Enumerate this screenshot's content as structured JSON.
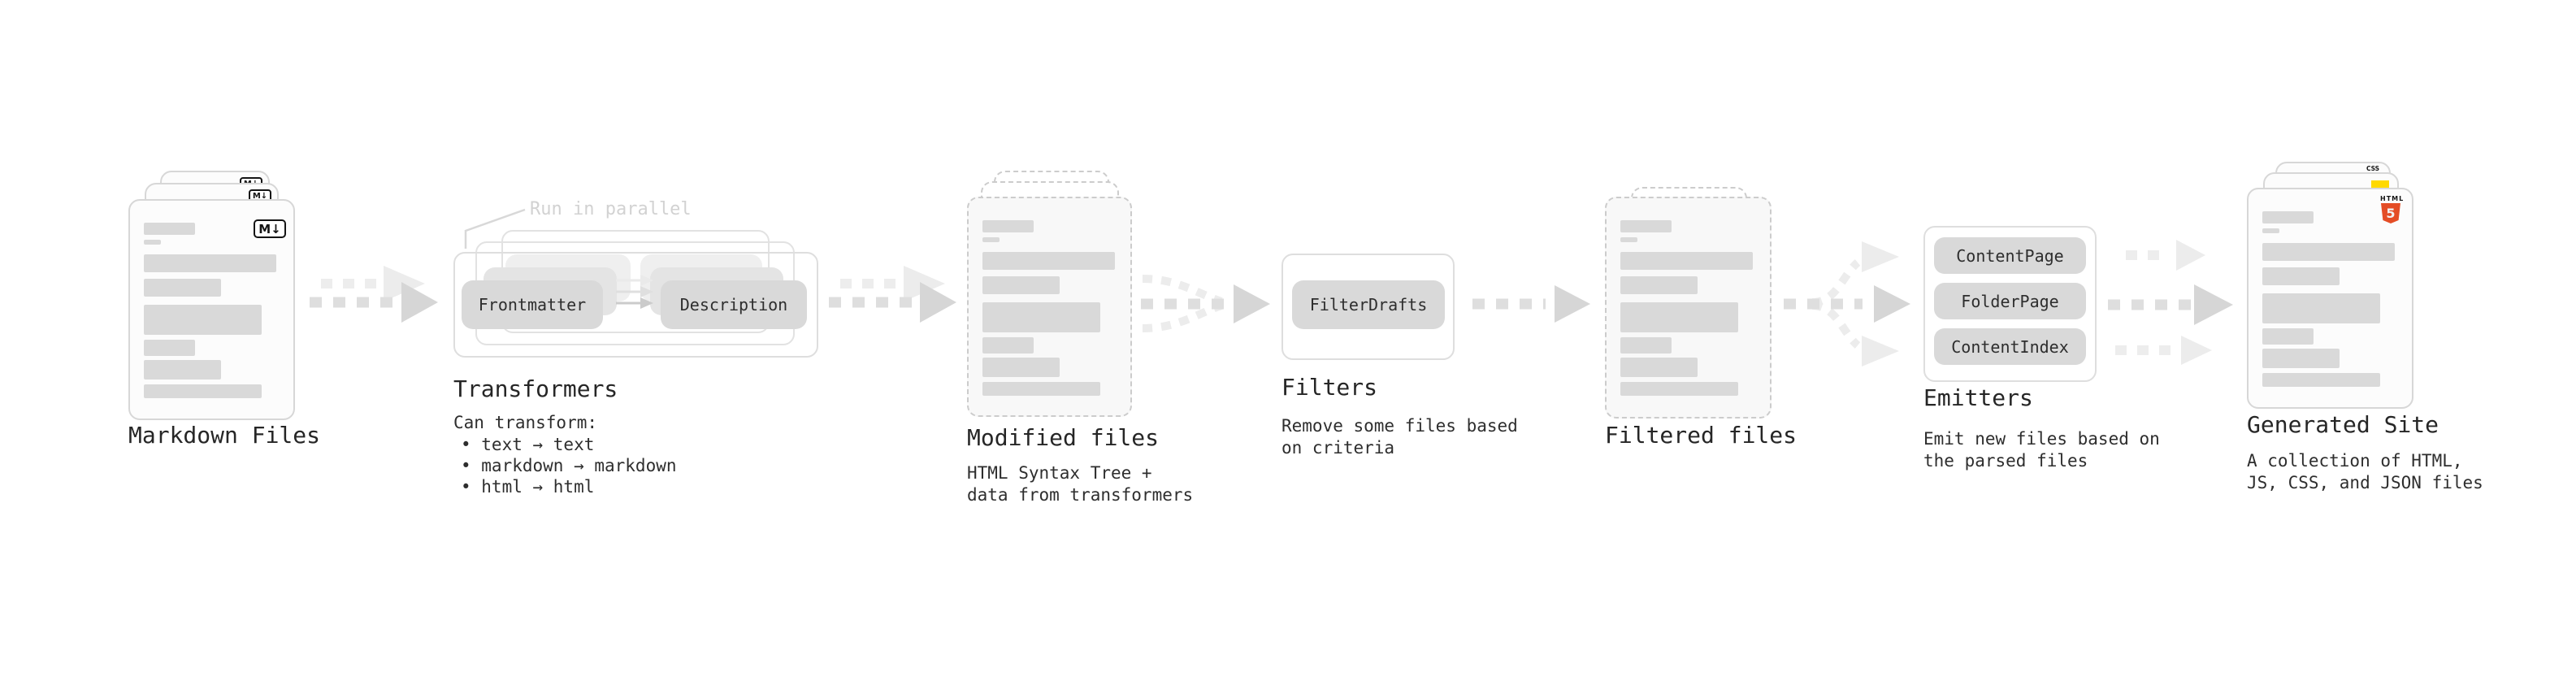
{
  "markdown_files": {
    "label": "Markdown Files",
    "badge": "M↓"
  },
  "transformers": {
    "label": "Transformers",
    "annotation": "Run in parallel",
    "step_from": "Frontmatter",
    "step_to": "Description",
    "desc_title": "Can transform:",
    "bullets": [
      "• text → text",
      "• markdown → markdown",
      "• html → html"
    ]
  },
  "modified_files": {
    "label": "Modified files",
    "desc_line1": "HTML Syntax Tree +",
    "desc_line2": "data from transformers"
  },
  "filters": {
    "label": "Filters",
    "step": "FilterDrafts",
    "desc_line1": "Remove some files based",
    "desc_line2": "on criteria"
  },
  "filtered_files": {
    "label": "Filtered files"
  },
  "emitters": {
    "label": "Emitters",
    "steps": [
      "ContentPage",
      "FolderPage",
      "ContentIndex"
    ],
    "desc_line1": "Emit new files based on",
    "desc_line2": "the parsed files"
  },
  "generated_site": {
    "label": "Generated Site",
    "desc_line1": "A collection of HTML,",
    "desc_line2": "JS, CSS, and JSON files",
    "badge_css": "CSS",
    "badge_html": "HTML",
    "badge_html_number": "5"
  },
  "colors": {
    "html5_orange": "#e44d26",
    "css_blue": "#2d6ff2",
    "js_yellow": "#ffd900"
  }
}
